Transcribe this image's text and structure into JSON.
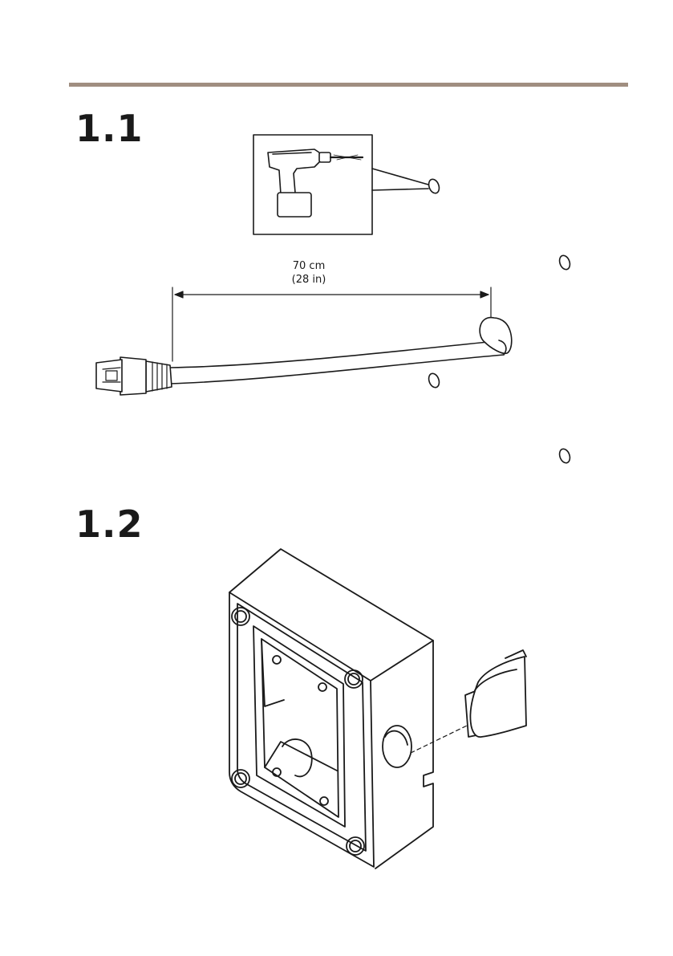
{
  "step_1_1": {
    "title": "1.1",
    "measure_metric": "70 cm",
    "measure_imperial": "(28 in)"
  },
  "step_1_2": {
    "title": "1.2"
  }
}
